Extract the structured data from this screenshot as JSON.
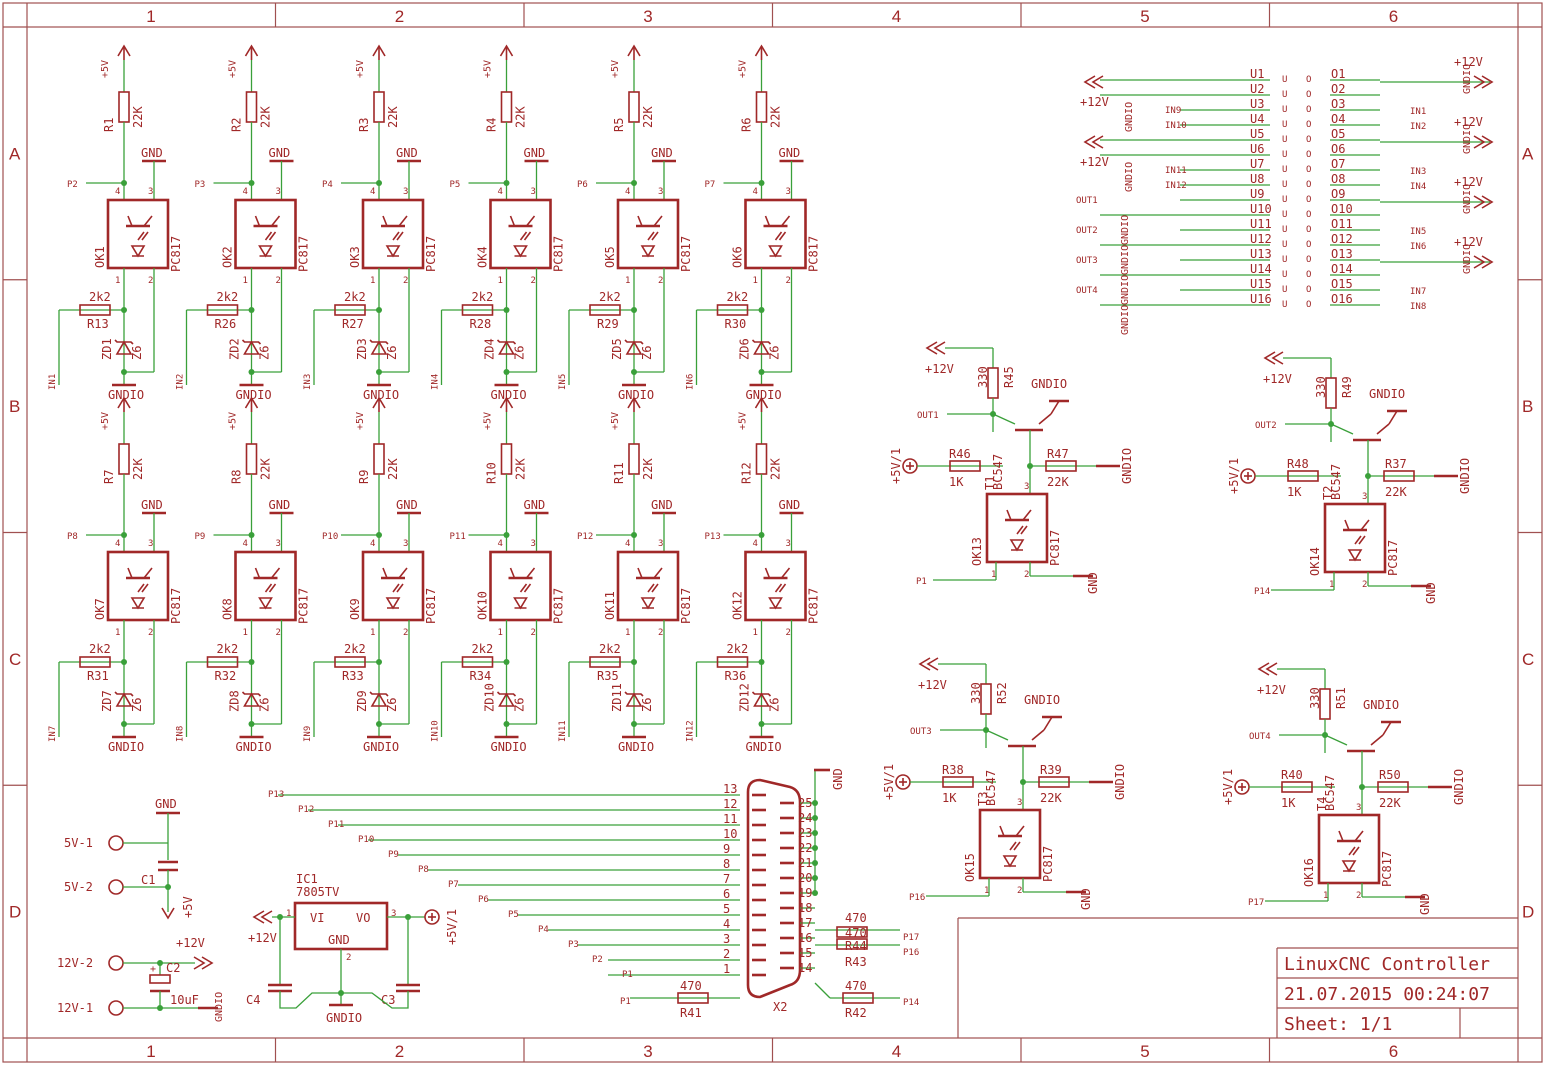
{
  "frame": {
    "columns": [
      "1",
      "2",
      "3",
      "4",
      "5",
      "6"
    ],
    "rows": [
      "A",
      "B",
      "C",
      "D"
    ]
  },
  "title_block": {
    "title": "LinuxCNC Controller",
    "datetime": "21.07.2015 00:24:07",
    "sheet": "Sheet: 1/1"
  },
  "inputs": [
    {
      "r": "R1",
      "ok": "OK1",
      "rs": "R13",
      "zd": "ZD1",
      "p": "P2",
      "in": "IN1"
    },
    {
      "r": "R2",
      "ok": "OK2",
      "rs": "R26",
      "zd": "ZD2",
      "p": "P3",
      "in": "IN2"
    },
    {
      "r": "R3",
      "ok": "OK3",
      "rs": "R27",
      "zd": "ZD3",
      "p": "P4",
      "in": "IN3"
    },
    {
      "r": "R4",
      "ok": "OK4",
      "rs": "R28",
      "zd": "ZD4",
      "p": "P5",
      "in": "IN4"
    },
    {
      "r": "R5",
      "ok": "OK5",
      "rs": "R29",
      "zd": "ZD5",
      "p": "P6",
      "in": "IN5"
    },
    {
      "r": "R6",
      "ok": "OK6",
      "rs": "R30",
      "zd": "ZD6",
      "p": "P7",
      "in": "IN6"
    },
    {
      "r": "R7",
      "ok": "OK7",
      "rs": "R31",
      "zd": "ZD7",
      "p": "P8",
      "in": "IN7"
    },
    {
      "r": "R8",
      "ok": "OK8",
      "rs": "R32",
      "zd": "ZD8",
      "p": "P9",
      "in": "IN8"
    },
    {
      "r": "R9",
      "ok": "OK9",
      "rs": "R33",
      "zd": "ZD9",
      "p": "P10",
      "in": "IN9"
    },
    {
      "r": "R10",
      "ok": "OK10",
      "rs": "R34",
      "zd": "ZD10",
      "p": "P11",
      "in": "IN10"
    },
    {
      "r": "R11",
      "ok": "OK11",
      "rs": "R35",
      "zd": "ZD11",
      "p": "P12",
      "in": "IN11"
    },
    {
      "r": "R12",
      "ok": "OK12",
      "rs": "R36",
      "zd": "ZD12",
      "p": "P13",
      "in": "IN12"
    }
  ],
  "input_values": {
    "supply": "+5V",
    "pullup": "22K",
    "series": "2k2",
    "zener": "Z6",
    "optocoupler": "PC817",
    "gnd": "GND",
    "gndio": "GNDIO"
  },
  "outputs": [
    {
      "rc": "R45",
      "rb": "R46",
      "re": "R47",
      "t": "T1",
      "ok": "OK13",
      "out": "OUT1",
      "p": "P1"
    },
    {
      "rc": "R49",
      "rb": "R48",
      "re": "R37",
      "t": "T2",
      "ok": "OK14",
      "out": "OUT2",
      "p": "P14"
    },
    {
      "rc": "R52",
      "rb": "R38",
      "re": "R39",
      "t": "T3",
      "ok": "OK15",
      "out": "OUT3",
      "p": "P16"
    },
    {
      "rc": "R51",
      "rb": "R40",
      "re": "R50",
      "t": "T4",
      "ok": "OK16",
      "out": "OUT4",
      "p": "P17"
    }
  ],
  "output_values": {
    "supply": "+12V",
    "iso": "+5V/1",
    "collector": "330",
    "base": "1K",
    "emitter": "22K",
    "transistor": "BC547",
    "optocoupler": "PC817",
    "gnd": "GND",
    "gndio": "GNDIO"
  },
  "connector_u": {
    "left": [
      "U1",
      "U2",
      "U3",
      "U4",
      "U5",
      "U6",
      "U7",
      "U8",
      "U9",
      "U10",
      "U11",
      "U12",
      "U13",
      "U14",
      "U15",
      "U16"
    ],
    "right": [
      "O1",
      "O2",
      "O3",
      "O4",
      "O5",
      "O6",
      "O7",
      "O8",
      "O9",
      "O10",
      "O11",
      "O12",
      "O13",
      "O14",
      "O15",
      "O16"
    ],
    "left_nets": [
      "IN9",
      "IN10",
      "IN11",
      "IN12",
      "OUT1",
      "OUT2",
      "OUT3",
      "OUT4"
    ],
    "right_nets": [
      "IN1",
      "IN2",
      "IN3",
      "IN4",
      "IN5",
      "IN6",
      "IN7",
      "IN8"
    ],
    "supply": "+12V",
    "gndio": "GNDIO"
  },
  "db25": {
    "name": "X2",
    "left_pins": [
      "13",
      "12",
      "11",
      "10",
      "9",
      "8",
      "7",
      "6",
      "5",
      "4",
      "3",
      "2",
      "1"
    ],
    "right_pins": [
      "25",
      "24",
      "23",
      "22",
      "21",
      "20",
      "19",
      "18",
      "17",
      "16",
      "15",
      "14"
    ],
    "left_nets": [
      "P13",
      "P12",
      "P11",
      "P10",
      "P9",
      "P8",
      "P7",
      "P6",
      "P5",
      "P4",
      "P3",
      "P2",
      "P1"
    ],
    "gnd": "GND",
    "r41": "R41",
    "r42": "R42",
    "r43": "R43",
    "r44": "R44",
    "r_value": "470",
    "p14": "P14",
    "p16": "P16",
    "p17": "P17"
  },
  "power": {
    "v5_1": "5V-1",
    "v5_2": "5V-2",
    "c1": "C1",
    "gnd": "GND",
    "plus5": "+5V",
    "v12_1": "12V-1",
    "v12_2": "12V-2",
    "c2": "C2",
    "c2_value": "10uF",
    "plus12": "+12V",
    "gndio": "GNDIO",
    "ic1": "IC1",
    "ic1_type": "7805TV",
    "vi": "VI",
    "vo": "VO",
    "ic_gnd": "GND",
    "c3": "C3",
    "c4": "C4",
    "iso5": "+5V/1",
    "pin1": "1",
    "pin2": "2",
    "pin3": "3"
  }
}
